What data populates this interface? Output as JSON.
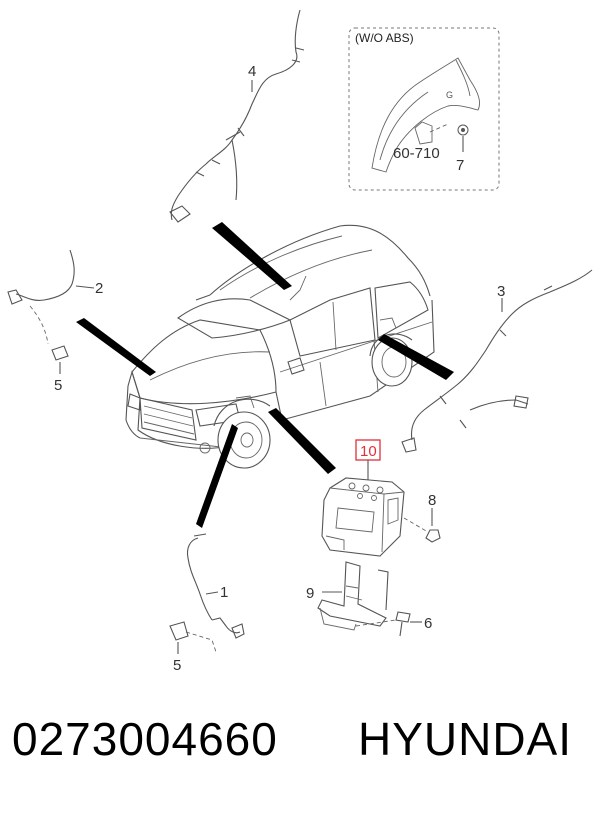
{
  "inset": {
    "title": "(W/O ABS)",
    "code": "60-710",
    "item": "7"
  },
  "callouts": {
    "c1": "1",
    "c2": "2",
    "c3": "3",
    "c4": "4",
    "c5a": "5",
    "c5b": "5",
    "c6": "6",
    "c8": "8",
    "c9": "9",
    "c10": "10"
  },
  "colors": {
    "highlight": "#e0303a",
    "line": "#555555"
  },
  "caption": {
    "part_number": "0273004660",
    "brand": "HYUNDAI"
  }
}
